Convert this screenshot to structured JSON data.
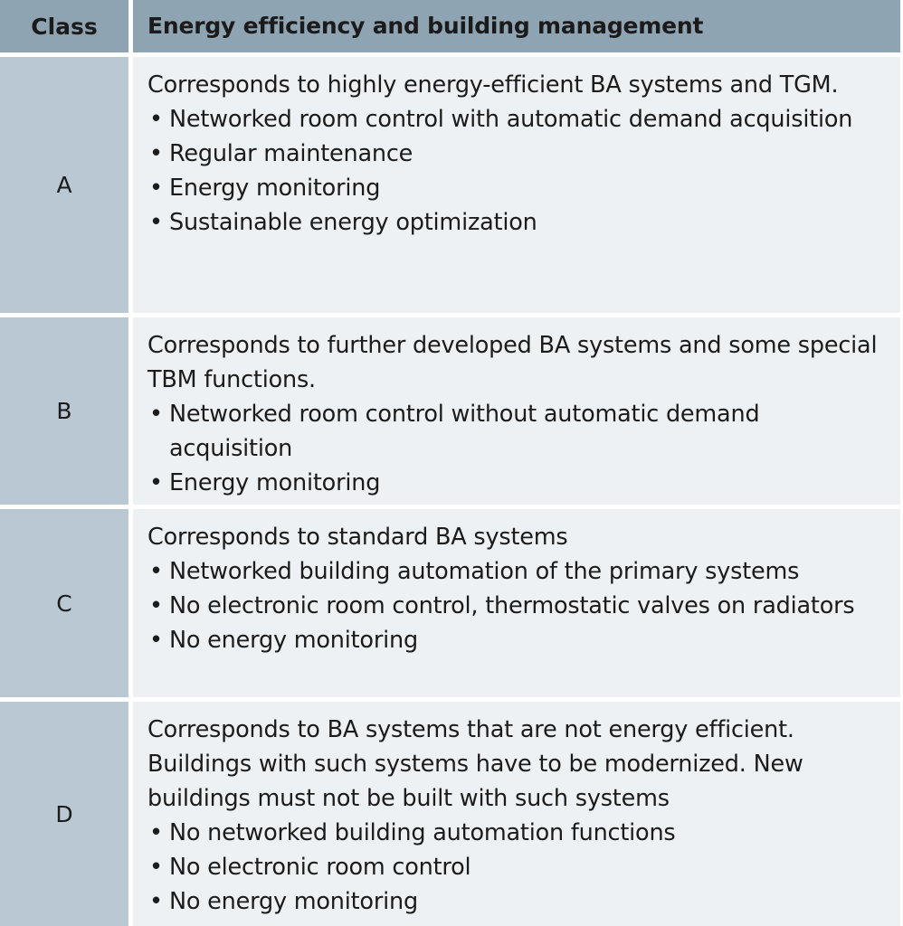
{
  "header": {
    "class_label": "Class",
    "description_label": "Energy efficiency and building management"
  },
  "colors": {
    "header_bg": "#8fa4b3",
    "class_col_bg": "#b9c8d3",
    "content_bg": "#edf1f4",
    "border": "#ffffff"
  },
  "rows": [
    {
      "class": "A",
      "intro": "Corresponds to highly energy-efficient BA systems and TGM.",
      "bullets": [
        "Networked room control with automatic demand acquisition",
        "Regular maintenance",
        "Energy monitoring",
        "Sustainable energy optimization"
      ]
    },
    {
      "class": "B",
      "intro": "Corresponds to further developed BA systems and some special TBM functions.",
      "bullets": [
        "Networked room control without automatic demand acquisition",
        "Energy monitoring"
      ]
    },
    {
      "class": "C",
      "intro": "Corresponds to standard BA systems",
      "bullets": [
        "Networked building automation of the primary systems",
        "No electronic room control, thermostatic valves on radiators",
        "No energy monitoring"
      ]
    },
    {
      "class": "D",
      "intro": "Corresponds to BA systems that are not energy efficient. Buildings with such systems have to be modernized. New buildings must not be built with such systems",
      "bullets": [
        "No networked building automation functions",
        "No electronic room control",
        "No energy monitoring"
      ]
    }
  ]
}
